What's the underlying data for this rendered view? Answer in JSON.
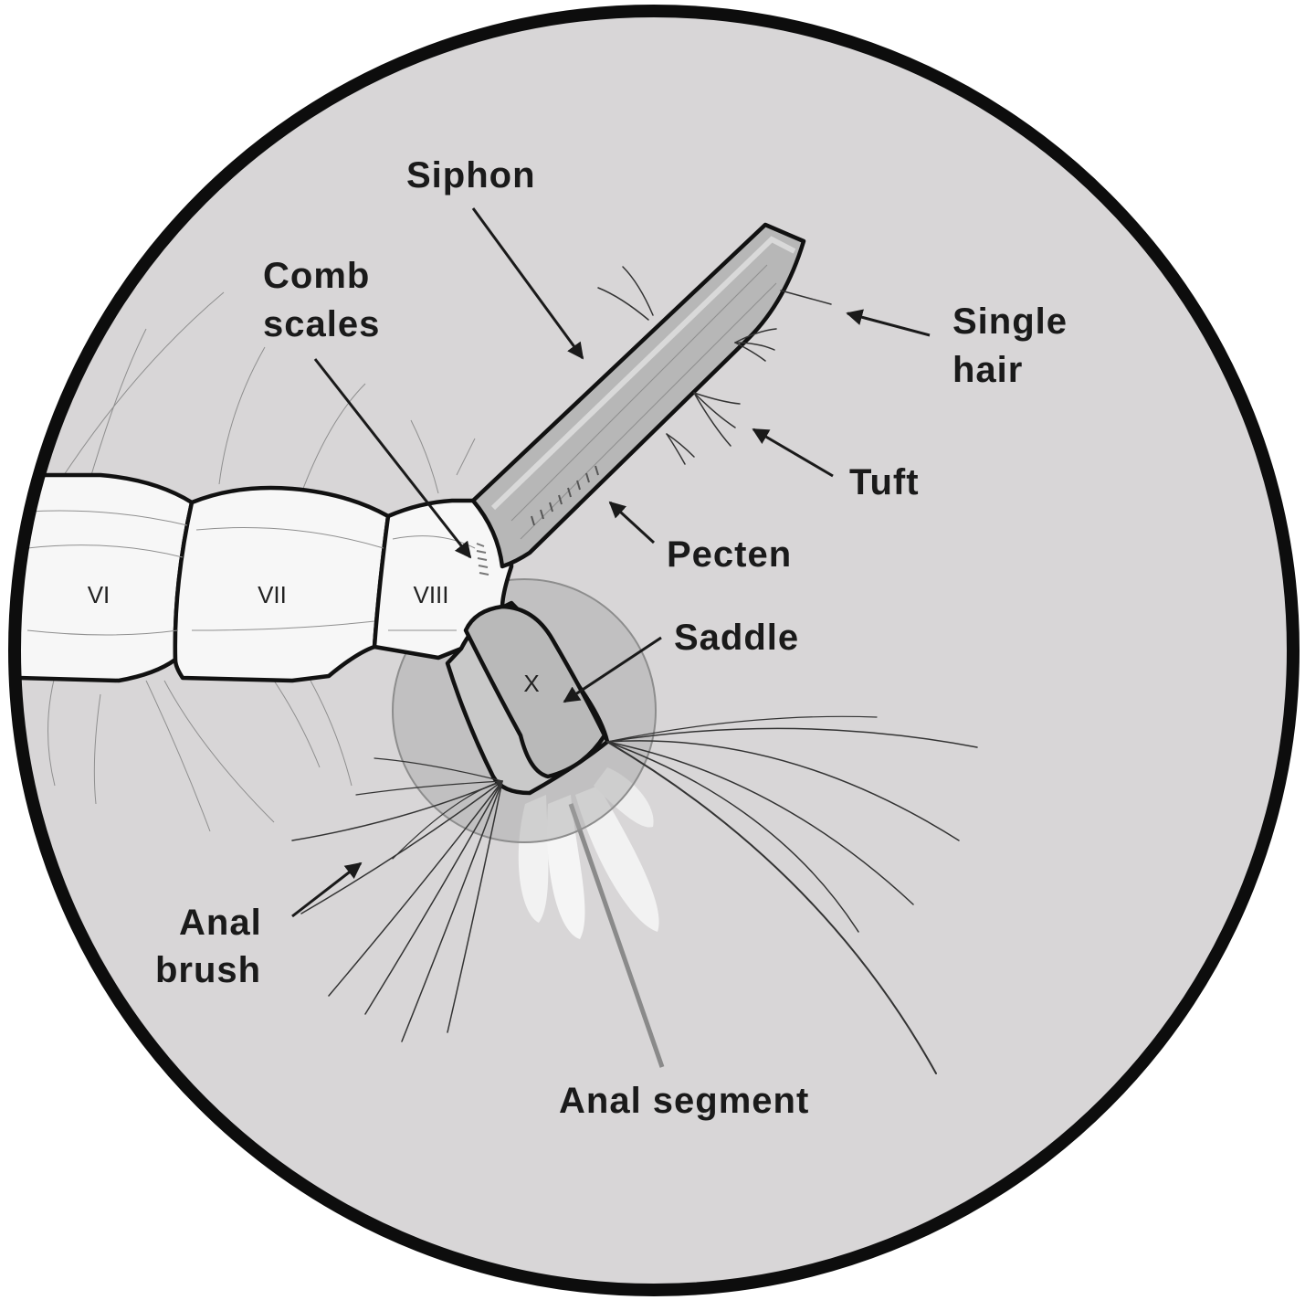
{
  "diagram": {
    "labels": {
      "siphon": "Siphon",
      "comb_line1": "Comb",
      "comb_line2": "scales",
      "single_line1": "Single",
      "single_line2": "hair",
      "tuft": "Tuft",
      "pecten": "Pecten",
      "saddle": "Saddle",
      "anal_brush_line1": "Anal",
      "anal_brush_line2": "brush",
      "anal_segment": "Anal segment"
    },
    "segments": {
      "vi": "VI",
      "vii": "VII",
      "viii": "VIII",
      "x": "X"
    }
  },
  "colors": {
    "background": "#d8d6d7",
    "circle_border": "#0d0d0d",
    "siphon": "#b7b7b7",
    "body": "#f7f7f7",
    "saddle": "#b9b9b9",
    "text": "#1a1a1a"
  }
}
